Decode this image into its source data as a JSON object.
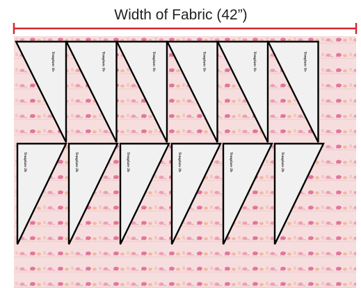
{
  "title": "Width of Fabric (42”)",
  "colors": {
    "measure_line": "#d9262c",
    "fabric_background": "#f7dede",
    "fabric_print_pink": "#e5769b",
    "fabric_print_peach": "#f0b9a0",
    "template_fill": "#f1f1f1",
    "template_stroke": "#000000"
  },
  "rows": [
    {
      "name": "top-row",
      "pieces": [
        {
          "label": "Template 1b"
        },
        {
          "label": "Template 1b"
        },
        {
          "label": "Template 1b"
        },
        {
          "label": "Template 1b"
        },
        {
          "label": "Template 1b"
        },
        {
          "label": "Template 1b"
        }
      ]
    },
    {
      "name": "bottom-row",
      "pieces": [
        {
          "label": "Template 2b"
        },
        {
          "label": "Template 2b"
        },
        {
          "label": "Template 2b"
        },
        {
          "label": "Template 2b"
        },
        {
          "label": "Template 2b"
        },
        {
          "label": "Template 2b"
        }
      ]
    }
  ]
}
